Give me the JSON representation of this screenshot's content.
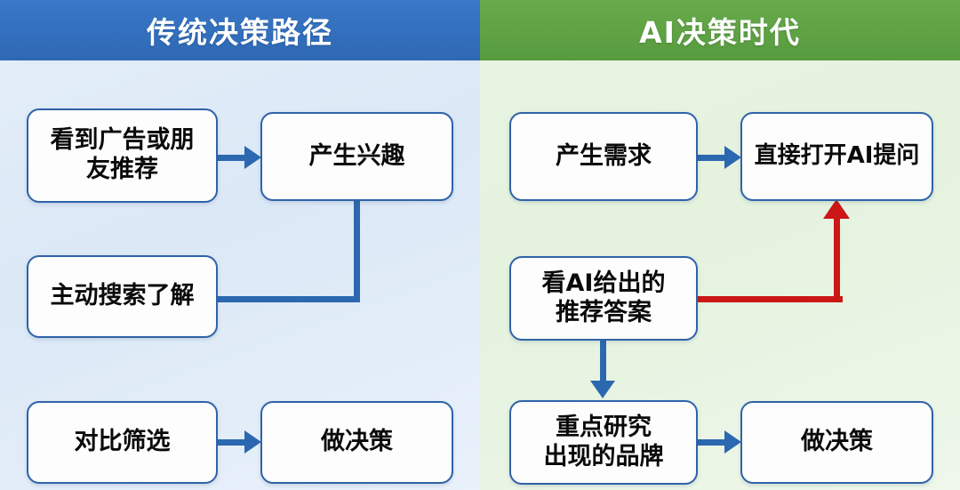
{
  "panels": {
    "left": {
      "title": "传统决策路径",
      "header_bg": "#3370be",
      "body_bg": "#dfebf7",
      "boxes": {
        "b1": "看到广告或朋\n友推荐",
        "b1_line1": "看到广告或朋",
        "b1_line2": "友推荐",
        "b2": "产生兴趣",
        "b3": "主动搜索了解",
        "b4": "对比筛选",
        "b5": "做决策"
      }
    },
    "right": {
      "title": "AI决策时代",
      "header_bg": "#5fa345",
      "body_bg": "#e6f3e0",
      "boxes": {
        "b1": "产生需求",
        "b2": "直接打开AI提问",
        "b3_line1": "看AI给出的",
        "b3_line2": "推荐答案",
        "b4_line1": "重点研究",
        "b4_line2": "出现的品牌",
        "b5": "做决策"
      }
    }
  },
  "connectors": {
    "blue": "#2c68b0",
    "red": "#cc1717",
    "items": [
      {
        "name": "left-arrow-ad-to-interest",
        "kind": "arrow-right",
        "color": "#2c68b0"
      },
      {
        "name": "left-elbow-search-to-interest",
        "kind": "elbow",
        "color": "#2c68b0"
      },
      {
        "name": "left-arrow-compare-to-decision",
        "kind": "arrow-right",
        "color": "#2c68b0"
      },
      {
        "name": "right-arrow-need-to-ai",
        "kind": "arrow-right",
        "color": "#2c68b0"
      },
      {
        "name": "right-elbow-answer-to-ai",
        "kind": "elbow-arrow-up",
        "color": "#cc1717"
      },
      {
        "name": "right-arrow-answer-to-research",
        "kind": "arrow-down",
        "color": "#2c68b0"
      },
      {
        "name": "right-arrow-research-to-decision",
        "kind": "arrow-right",
        "color": "#2c68b0"
      }
    ]
  }
}
